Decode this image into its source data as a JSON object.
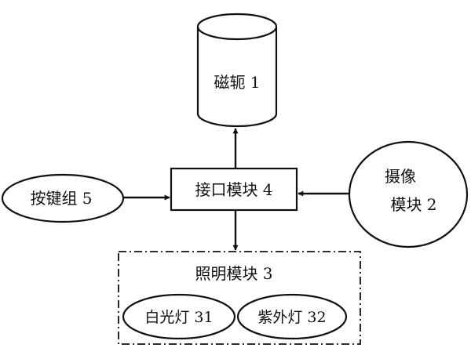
{
  "nodes": {
    "disk": "磁轭 1",
    "interface": "接口模块 4",
    "keypad": "按键组 5",
    "camera_line1": "摄像",
    "camera_line2": "模块 2",
    "lighting": "照明模块 3",
    "white_light": "白光灯 31",
    "uv_light": "紫外灯 32"
  }
}
